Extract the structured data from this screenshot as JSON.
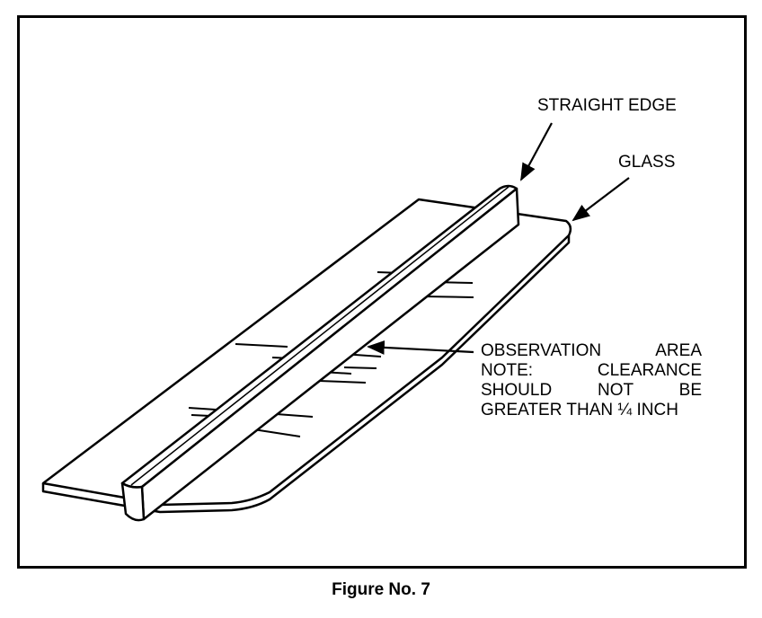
{
  "labels": {
    "straight_edge": "STRAIGHT EDGE",
    "glass": "GLASS",
    "observation_lines": [
      "OBSERVATION  AREA",
      "NOTE:  CLEARANCE",
      "SHOULD  NOT  BE",
      "GREATER THAN ¼ INCH"
    ]
  },
  "caption": "Figure No. 7",
  "colors": {
    "ink": "#000000",
    "paper": "#ffffff"
  }
}
